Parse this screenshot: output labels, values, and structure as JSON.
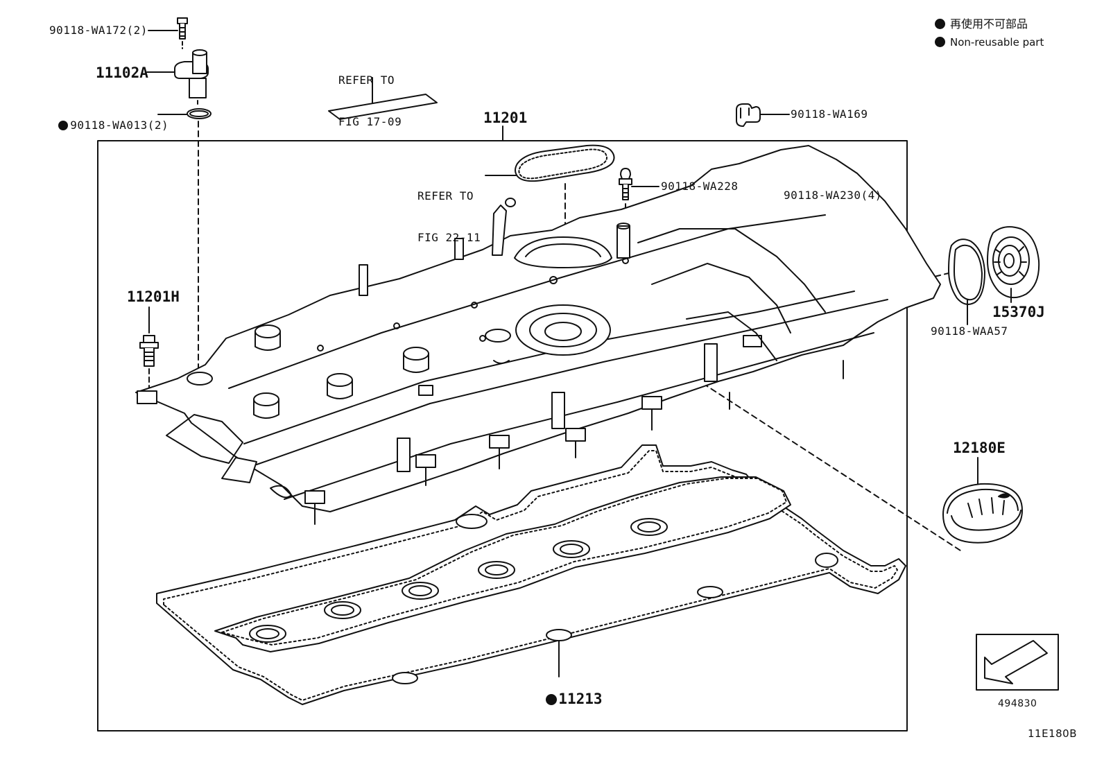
{
  "legend": {
    "line1": "再使用不可部品",
    "line2": "Non-reusable part"
  },
  "parts": {
    "bolt_top": "90118-WA172(2)",
    "sensor": "11102A",
    "oring": "90118-WA013(2)",
    "refer_1709_line1": "REFER TO",
    "refer_1709_line2": "FIG 17-09",
    "clip": "90118-WA169",
    "cover_assembly": "11201",
    "refer_2211_line1": "REFER TO",
    "refer_2211_line2": "FIG 22-11",
    "stud": "90118-WA228",
    "clamp": "90118-WA230(4)",
    "bolt_side": "11201H",
    "seal": "90118-WAA57",
    "pulley": "15370J",
    "cap": "12180E",
    "gasket": "11213"
  },
  "footer": {
    "front_code": "494830",
    "diagram_code": "11E180B"
  },
  "non_reusable_marks": [
    "oring",
    "gasket"
  ]
}
